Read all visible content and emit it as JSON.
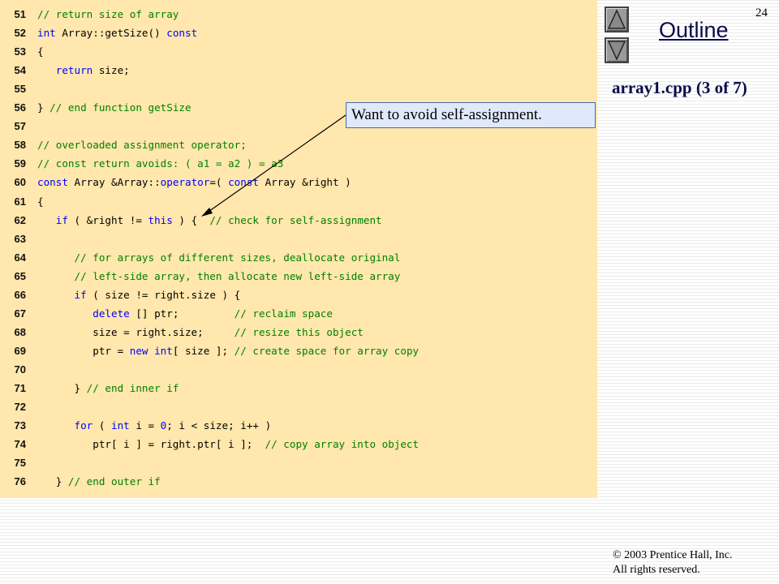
{
  "page_number": "24",
  "outline_title": "Outline",
  "file_label": "array1.cpp (3 of 7)",
  "callout_text": "Want to avoid self-assignment.",
  "copyright_line1": "© 2003 Prentice Hall, Inc.",
  "copyright_line2": "All rights reserved.",
  "nav": {
    "up_icon": "up-triangle-icon",
    "down_icon": "down-triangle-icon"
  },
  "colors": {
    "code_bg": "#ffe7ad",
    "keyword": "#0000ff",
    "comment": "#008000",
    "callout_bg": "#dfe9fb"
  },
  "code_lines": [
    {
      "n": "51",
      "tokens": [
        {
          "t": "// return size of array",
          "c": "cm"
        }
      ]
    },
    {
      "n": "52",
      "tokens": [
        {
          "t": "int",
          "c": "kw"
        },
        {
          "t": " Array::getSize() ",
          "c": ""
        },
        {
          "t": "const",
          "c": "kw"
        }
      ]
    },
    {
      "n": "53",
      "tokens": [
        {
          "t": "{",
          "c": ""
        }
      ]
    },
    {
      "n": "54",
      "tokens": [
        {
          "t": "   ",
          "c": ""
        },
        {
          "t": "return",
          "c": "kw"
        },
        {
          "t": " size;",
          "c": ""
        }
      ]
    },
    {
      "n": "55",
      "tokens": []
    },
    {
      "n": "56",
      "tokens": [
        {
          "t": "} ",
          "c": ""
        },
        {
          "t": "// end function getSize",
          "c": "cm"
        }
      ]
    },
    {
      "n": "57",
      "tokens": []
    },
    {
      "n": "58",
      "tokens": [
        {
          "t": "// overloaded assignment operator;",
          "c": "cm"
        }
      ]
    },
    {
      "n": "59",
      "tokens": [
        {
          "t": "// const return avoids: ( a1 = a2 ) = a3",
          "c": "cm"
        }
      ]
    },
    {
      "n": "60",
      "tokens": [
        {
          "t": "const",
          "c": "kw"
        },
        {
          "t": " Array &Array::",
          "c": ""
        },
        {
          "t": "operator",
          "c": "kw"
        },
        {
          "t": "=( ",
          "c": ""
        },
        {
          "t": "const",
          "c": "kw"
        },
        {
          "t": " Array &right )",
          "c": ""
        }
      ]
    },
    {
      "n": "61",
      "tokens": [
        {
          "t": "{",
          "c": ""
        }
      ]
    },
    {
      "n": "62",
      "tokens": [
        {
          "t": "   ",
          "c": ""
        },
        {
          "t": "if",
          "c": "kw"
        },
        {
          "t": " ( &right != ",
          "c": ""
        },
        {
          "t": "this",
          "c": "kw"
        },
        {
          "t": " ) {  ",
          "c": ""
        },
        {
          "t": "// check for self-assignment",
          "c": "cm"
        }
      ]
    },
    {
      "n": "63",
      "tokens": []
    },
    {
      "n": "64",
      "tokens": [
        {
          "t": "      ",
          "c": ""
        },
        {
          "t": "// for arrays of different sizes, deallocate original",
          "c": "cm"
        }
      ]
    },
    {
      "n": "65",
      "tokens": [
        {
          "t": "      ",
          "c": ""
        },
        {
          "t": "// left-side array, then allocate new left-side array",
          "c": "cm"
        }
      ]
    },
    {
      "n": "66",
      "tokens": [
        {
          "t": "      ",
          "c": ""
        },
        {
          "t": "if",
          "c": "kw"
        },
        {
          "t": " ( size != right.size ) {",
          "c": ""
        }
      ]
    },
    {
      "n": "67",
      "tokens": [
        {
          "t": "         ",
          "c": ""
        },
        {
          "t": "delete",
          "c": "kw"
        },
        {
          "t": " [] ptr;         ",
          "c": ""
        },
        {
          "t": "// reclaim space",
          "c": "cm"
        }
      ]
    },
    {
      "n": "68",
      "tokens": [
        {
          "t": "         size = right.size;     ",
          "c": ""
        },
        {
          "t": "// resize this object",
          "c": "cm"
        }
      ]
    },
    {
      "n": "69",
      "tokens": [
        {
          "t": "         ptr = ",
          "c": ""
        },
        {
          "t": "new",
          "c": "kw"
        },
        {
          "t": " ",
          "c": ""
        },
        {
          "t": "int",
          "c": "kw"
        },
        {
          "t": "[ size ]; ",
          "c": ""
        },
        {
          "t": "// create space for array copy",
          "c": "cm"
        }
      ]
    },
    {
      "n": "70",
      "tokens": []
    },
    {
      "n": "71",
      "tokens": [
        {
          "t": "      } ",
          "c": ""
        },
        {
          "t": "// end inner if",
          "c": "cm"
        }
      ]
    },
    {
      "n": "72",
      "tokens": []
    },
    {
      "n": "73",
      "tokens": [
        {
          "t": "      ",
          "c": ""
        },
        {
          "t": "for",
          "c": "kw"
        },
        {
          "t": " ( ",
          "c": ""
        },
        {
          "t": "int",
          "c": "kw"
        },
        {
          "t": " i = ",
          "c": ""
        },
        {
          "t": "0",
          "c": "kw"
        },
        {
          "t": "; i < size; i++ )",
          "c": ""
        }
      ]
    },
    {
      "n": "74",
      "tokens": [
        {
          "t": "         ptr[ i ] = right.ptr[ i ];  ",
          "c": ""
        },
        {
          "t": "// copy array into object",
          "c": "cm"
        }
      ]
    },
    {
      "n": "75",
      "tokens": []
    },
    {
      "n": "76",
      "tokens": [
        {
          "t": "   } ",
          "c": ""
        },
        {
          "t": "// end outer if",
          "c": "cm"
        }
      ]
    }
  ]
}
